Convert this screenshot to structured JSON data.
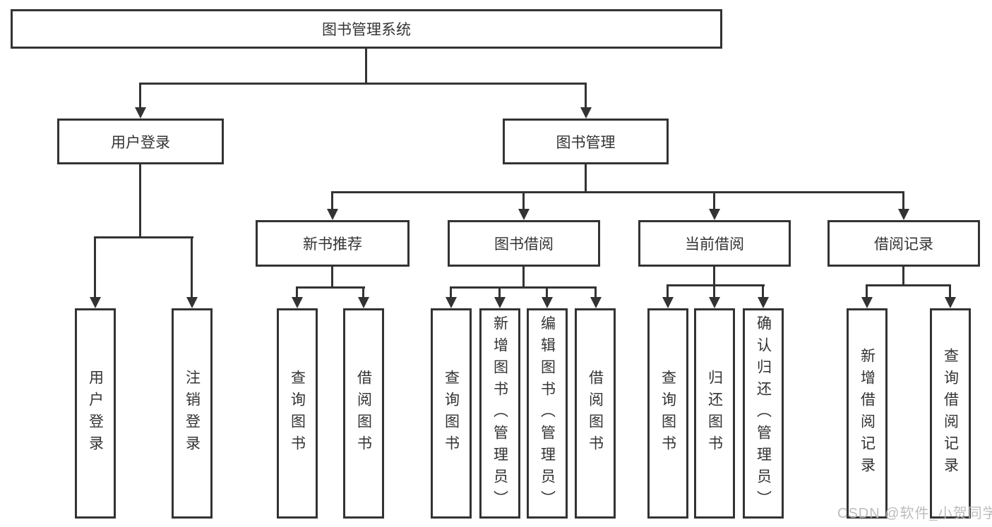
{
  "diagram": {
    "type": "hierarchy-tree",
    "root": {
      "label": "图书管理系统"
    },
    "level2": [
      {
        "label": "用户登录",
        "children": [
          {
            "label": "用户登录"
          },
          {
            "label": "注销登录"
          }
        ]
      },
      {
        "label": "图书管理",
        "children": [
          {
            "label": "新书推荐",
            "children": [
              {
                "label": "查询图书"
              },
              {
                "label": "借阅图书"
              }
            ]
          },
          {
            "label": "图书借阅",
            "children": [
              {
                "label": "查询图书"
              },
              {
                "label": "新增图书（管理员）"
              },
              {
                "label": "编辑图书（管理员）"
              },
              {
                "label": "借阅图书"
              }
            ]
          },
          {
            "label": "当前借阅",
            "children": [
              {
                "label": "查询图书"
              },
              {
                "label": "归还图书"
              },
              {
                "label": "确认归还（管理员）"
              }
            ]
          },
          {
            "label": "借阅记录",
            "children": [
              {
                "label": "新增借阅记录"
              },
              {
                "label": "查询借阅记录"
              }
            ]
          }
        ]
      }
    ],
    "watermark": "CSDN @软件_小贺同学",
    "colors": {
      "stroke": "#333333",
      "background": "#ffffff",
      "watermark": "#b9b9b9"
    }
  }
}
